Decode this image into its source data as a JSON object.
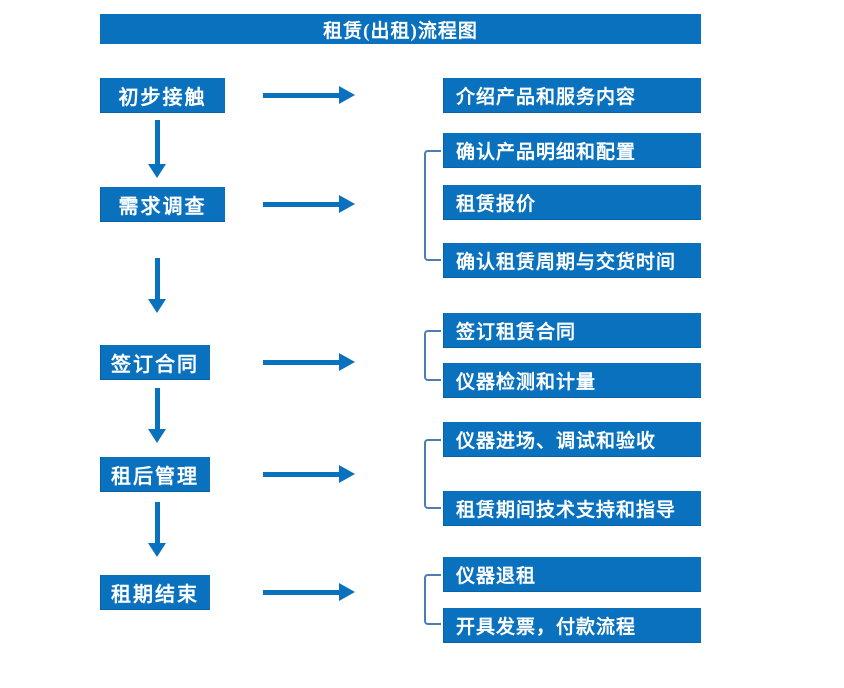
{
  "title": "租赁(出租)流程图",
  "colors": {
    "primary": "#0A71BE",
    "bracket": "#4E7CB4",
    "box_text": "#FFFFFF",
    "background": "#FFFFFF"
  },
  "stages": [
    {
      "label": "初步接触",
      "outputs": [
        "介绍产品和服务内容"
      ]
    },
    {
      "label": "需求调查",
      "outputs": [
        "确认产品明细和配置",
        "租赁报价",
        "确认租赁周期与交货时间"
      ]
    },
    {
      "label": "签订合同",
      "outputs": [
        "签订租赁合同",
        "仪器检测和计量"
      ]
    },
    {
      "label": "租后管理",
      "outputs": [
        "仪器进场、调试和验收",
        "租赁期间技术支持和指导"
      ]
    },
    {
      "label": "租期结束",
      "outputs": [
        "仪器退租",
        "开具发票，付款流程"
      ]
    }
  ]
}
